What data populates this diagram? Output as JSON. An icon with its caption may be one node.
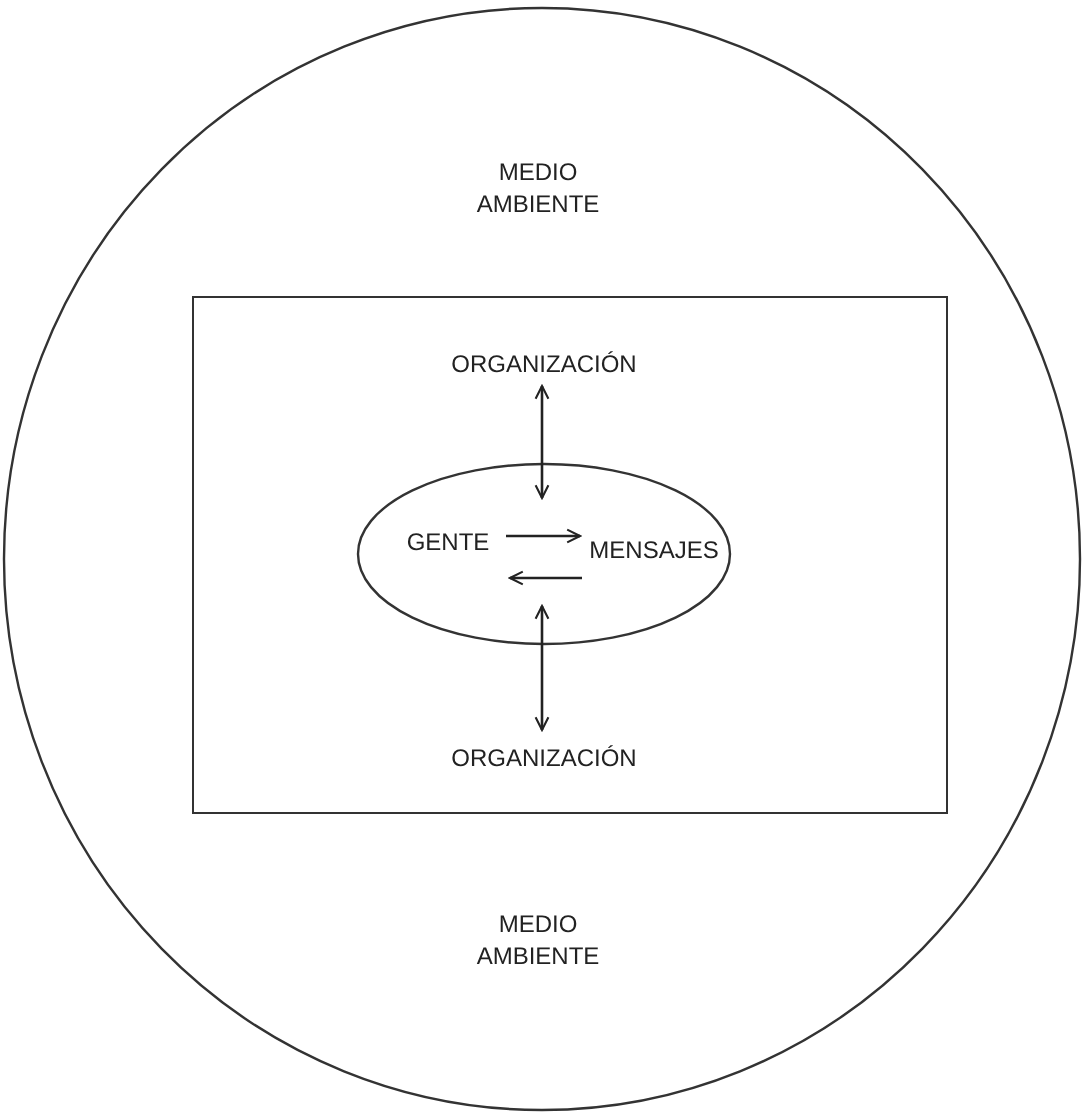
{
  "diagram": {
    "nodes": [
      {
        "text": [
          "MEDIO AMBIENTE",
          "MEDIO AMBIENTE"
        ]
      },
      {
        "text": [],
        "shape": "box",
        "in": 0
      },
      {
        "text": [
          "ORGANIZACIÓN"
        ],
        "in": 1
      },
      {
        "text": [],
        "shape": "ellipse",
        "in": 1
      },
      {
        "text": [
          "GENTE"
        ],
        "in": 3
      },
      {
        "text": [
          "MENSAJES"
        ],
        "in": 3
      },
      {
        "text": [
          "ORGANIZACIÓN"
        ],
        "in": 1
      }
    ],
    "edges": [
      {
        "from": 2,
        "to": 3,
        "arrow": "both"
      },
      {
        "from": 4,
        "to": 5,
        "arrow": "to"
      },
      {
        "from": 5,
        "to": 4,
        "arrow": "to"
      },
      {
        "from": 3,
        "to": 6,
        "arrow": "both"
      }
    ]
  }
}
